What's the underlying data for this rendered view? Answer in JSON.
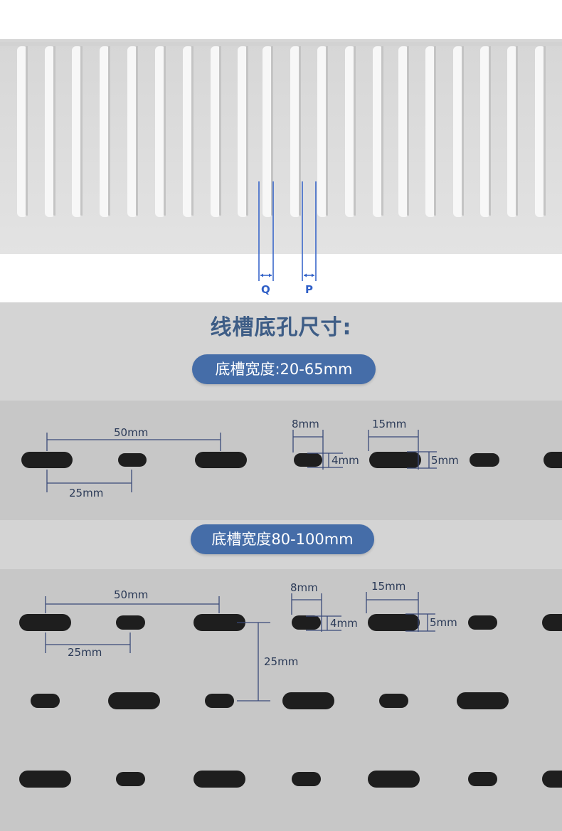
{
  "duct": {
    "label_q": "Q",
    "label_p": "P",
    "color": "#dcdcdc",
    "accent": "#2f5fc7"
  },
  "title": "线槽底孔尺寸:",
  "section1": {
    "badge": "底槽宽度:20-65mm",
    "dims": {
      "pitch_long": "50mm",
      "pitch_short": "25mm",
      "small_len": "8mm",
      "small_h": "4mm",
      "large_len": "15mm",
      "large_h": "5mm"
    }
  },
  "section2": {
    "badge": "底槽宽度80-100mm",
    "dims": {
      "pitch_long": "50mm",
      "pitch_short": "25mm",
      "small_len": "8mm",
      "small_h": "4mm",
      "large_len": "15mm",
      "large_h": "5mm",
      "row_spacing": "25mm"
    }
  },
  "colors": {
    "badge": "#456da8",
    "title": "#3e5d86",
    "hole": "#1e1e1e",
    "dimension_line": "#3a4a7a"
  }
}
